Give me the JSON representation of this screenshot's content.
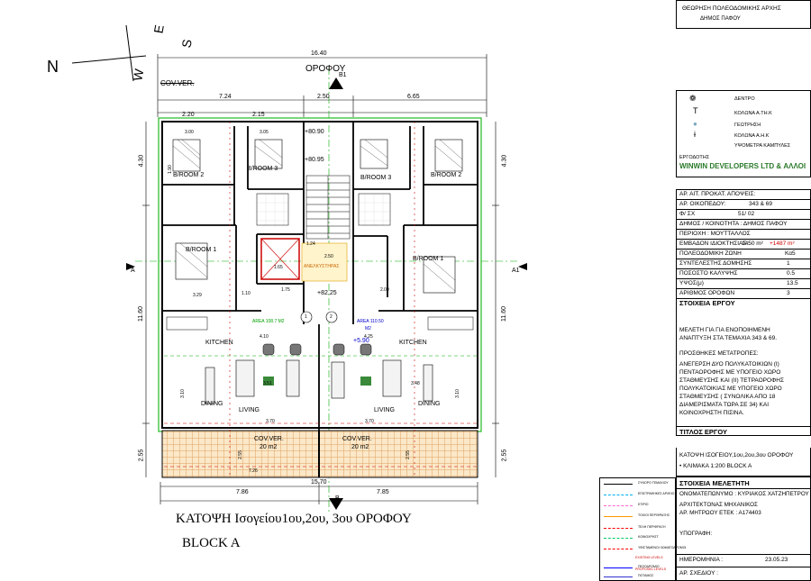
{
  "header": {
    "authority_title": "ΘΕΩΡΗΣΗ ΠΟΛΕΟΔΟΜΙΚΗΣ ΑΡΧΗΣ",
    "authority_sub": "ΔΗΜΟΣ ΠΑΦΟΥ"
  },
  "compass": {
    "n": "N",
    "s": "S",
    "w": "W",
    "e": "E"
  },
  "legend": {
    "items": [
      {
        "icon": "tree-icon",
        "label": "ΔΕΝΤΡΟ"
      },
      {
        "icon": "pole-ath-icon",
        "label": "ΚΟΛΩΝΑ Α.ΤΗ.Κ"
      },
      {
        "icon": "borehole-icon",
        "label": "ΓΕΩΤΡΗΣΗ"
      },
      {
        "icon": "pole-ahk-icon",
        "label": "ΚΟΛΩΝΑ Α.Η.Κ"
      },
      {
        "icon": "contour-icon",
        "label": "ΥΨΟΜΕΤΡΑ ΚΑΜΠΥΛΕΣ"
      }
    ],
    "owner_label": "ΕΡΓΟΔΟΤΗΣ",
    "owner_name": "WINWIN DEVELOPERS LTD & ΑΛΛΟΙ"
  },
  "info": {
    "permit_label": "ΑΡ. ΑΙΤ. ΠΡΟΚΑΤ. ΑΠΟΨΕΙΣ:",
    "plot_label": "ΑΡ. ΟΙΚΟΠΕΔΟΥ:",
    "plot_value": "343 & 69",
    "sheet_label": "Φ/ ΣΧ",
    "sheet_value": "51/ 02",
    "municipality": "ΔΗΜΟΣ / ΚΟΙΝΟΤΗΤΑ : ΔΗΜΟΣ ΠΑΦΟΥ",
    "area": "ΠΕΡΙΟΧΗ : ΜΟΥΤΤΑΛΛΟΣ",
    "property_area_label": "ΕΜΒΑΔΟΝ ΙΔΙΟΚΤΗΣΙΑΣ :",
    "property_area_value": "1450 m²",
    "property_area_extra": "+1487 m²",
    "zone_label": "ΠΟΛΕΟΔΟΜΙΚΗ ΖΩΝΗ",
    "zone_value": "Κα5",
    "density_label": "ΣΥΝΤΕΛΕΣΤΗΣ ΔΟΜΗΣΗΣ",
    "density_value": "1",
    "coverage_label": "ΠΟΣΟΣΤΟ ΚΑΛΥΨΗΣ",
    "coverage_value": "0.5",
    "height_label": "ΥΨΟΣ(μ)",
    "height_value": "13.5",
    "floors_label": "ΑΡΙΘΜΟΣ ΟΡΟΦΩΝ",
    "floors_value": "3"
  },
  "project": {
    "header": "ΣΤΟΙΧΕΙΑ ΕΡΓΟΥ",
    "desc1": "ΜΕΛΕΤΗ ΓΙΑ  ΓΙΑ ΕΝΟΠΟΙΗΜΕΝΗ",
    "desc2": "ΑΝΑΠΤΥΞΗ ΣΤΑ ΤΕΜΑΧΙΑ 343 & 69.",
    "changes_header": "ΠΡΟΣΘΗΚΕΣ ΜΕΤΑΤΡΟΠΕΣ:",
    "changes": [
      "ΑΝΕΓΕΡΣΗ ΔΥΟ ΠΟΛΥΚΑΤΟΙΚΙΩΝ  (I)",
      "ΠΕΝΤΑΟΡΟΦΗΣ ΜΕ ΥΠΟΓΕΙΟ ΧΩΡΟ",
      "ΣΤΑΘΜΕΥΣΗΣ ΚΑΙ  (II)  ΤΕΤΡΑΟΡΟΦΗΣ",
      "ΠΟΛΥΚΑΤΟΙΚΙΑΣ ΜΕ ΥΠΟΓΕΙΟ ΧΩΡΟ",
      "ΣΤΑΘΜΕΥΣΗΣ  ( ΣΥΝΟΛΙΚΑ ΑΠΟ 18",
      "ΔΙΑΜΕΡΙΣΜΑΤΑ ΤΩΡΑ ΣΕ 34)    ΚΑΙ",
      "ΚΟΙΝΟΧΡΗΣΤΗ ΠΙΣΙΝΑ."
    ],
    "title_header": "ΤΙΤΛΟΣ ΕΡΓΟΥ",
    "title_text": "ΚΑΤΟΨΗ ΙΣΟΓΕΙΟΥ,1ου,2ου,3ου ΟΡΟΦΟΥ",
    "scale_text": "• ΚΛΙΜΑΚΑ 1:200      BLOCK A",
    "designer_header": "ΣΤΟΙΧΕΙΑ ΜΕΛΕΤΗΤΗ",
    "designer_name": "ΟΝΟΜΑΤΕΠΩΝΥΜΟ : ΚΥΡΙΑΚΟΣ ΧΑΤΖΗΠΕΤΡΟΥ",
    "designer_role": "ΑΡΧΙΤΕΚΤΟΝΑΣ ΜΗΧΑΝΙΚΟΣ",
    "designer_reg": "ΑΡ. ΜΗΤΡΩΟΥ ΕΤΕΚ : Α174403",
    "signature_label": "ΥΠΟΓΡΑΦΗ:",
    "date_label": "ΗΜΕΡΟΜΗΝΙΑ :",
    "date_value": "23.05.23",
    "drawing_no_label": "ΑΡ. ΣΧΕΔΙΟΥ :"
  },
  "line_legend": {
    "items": [
      {
        "label": "ΣΥΝΟΡΟ ΤΕΜΑΧΙΟΥ",
        "color": "#000000"
      },
      {
        "label": "ΕΠΙΣΤΡΑΦΗΚΕΣ ΑΡΧΕΙΟ",
        "color": "#00b0f0"
      },
      {
        "label": "ΚΤΙΡΙΟ",
        "color": "#ff66cc"
      },
      {
        "label": "ΤΟΙΧΟΙ ΠΕΡΙΦΡΑΞΗΣ",
        "color": "#ff9900"
      },
      {
        "label": "ΤΕΛΗ ΠΕΡΙΦΡΑΞΗ",
        "color": "#ff0000"
      },
      {
        "label": "ΚΟΙΝΟΧΡΗΣΤ",
        "color": "#00cc66"
      },
      {
        "label": "ΥΦΙΣΤΑΜΕΝΟΙ ΧΩΜΑΤΟΔΡΟΜΟΙ",
        "color": "#ff0000"
      },
      {
        "label": "ΠΕΖΟΔΡΟΜΙΟ",
        "color": "#0000ff"
      },
      {
        "label": "ΠΟΤΑΜΟΣ",
        "color": "#3333cc"
      }
    ],
    "existing_levels": "EXISTING LEVELS",
    "proposed_levels": "PROPOSED LEVELS"
  },
  "plan": {
    "floor_label": "ΟΡΟΦΟΥ",
    "dim_total": "16.40",
    "dim_left": "7.24",
    "dim_mid": "2.50",
    "dim_right": "6.65",
    "dim_left_sub": "2.20",
    "dim_mid_sub": "2.15",
    "bottom_total": "15.70",
    "bottom_left": "7.86",
    "bottom_right": "7.85",
    "cov_ver_top": "COV.VER.",
    "b1": "B1",
    "b": "B",
    "a": "A",
    "a1": "A1",
    "level_top1": "+80.90",
    "level_top2": "+80.95",
    "level_mid": "+82.25",
    "level_right": "+5.90",
    "rooms": {
      "b2_left": "B/ROOM 2",
      "b3_left": "B/ROOM 3",
      "b3_right": "B/ROOM 3",
      "b2_right": "B/ROOM 2",
      "b1_left": "B/ROOM 1",
      "b1_right": "B/ROOM 1",
      "kitchen_left": "KITCHEN",
      "kitchen_right": "KITCHEN",
      "dining_left": "DINING",
      "dining_right": "DINING",
      "living_left": "LIVING",
      "living_right": "LIVING",
      "cov_left": "COV.VER.",
      "cov_left_area": "20 m2",
      "cov_right": "COV.VER.",
      "cov_right_area": "20 m2",
      "area_left": "AREA  108.7  M2",
      "area_right": "AREA   110.50",
      "area_right_unit": "M2",
      "stairs_label": "ΑΝΕΛΚΥΣΤΗΡΑΣ",
      "unit1": "1",
      "unit2": "2"
    },
    "side_dims": {
      "left_top": "4.30",
      "left_mid": "11.60",
      "left_bottom": "2.55",
      "right_top": "4.30",
      "right_mid": "11.60",
      "right_bottom": "2.55",
      "inner1": "1.90",
      "inner2": "3.29",
      "inner3": "1.10",
      "inner4": "3.00",
      "inner5": "3.05",
      "inner6": "4.10",
      "inner7": "4.25",
      "inner8": "3.51",
      "inner9": "3.48",
      "inner10": "3.70",
      "inner11": "3.70",
      "inner12": "7.26",
      "inner13": "2.55",
      "inner14": "2.55",
      "inner15": "1.24",
      "inner16": "1.65",
      "inner17": "1.75",
      "inner18": "2.00",
      "inner19": "2.50",
      "inner20": "3.10",
      "inner21": "3.10"
    }
  },
  "bottom_title": {
    "line1": "ΚΑΤΟΨΗ Ισογείου1ου,2ου, 3ου  ΟΡΟΦΟΥ",
    "line2": "BLOCK A"
  }
}
